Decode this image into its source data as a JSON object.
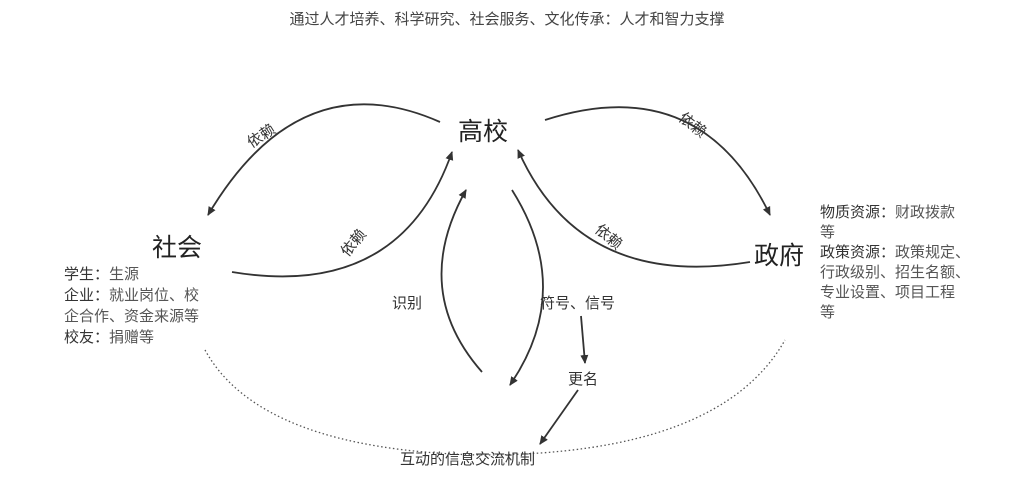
{
  "title": "通过人才培养、科学研究、社会服务、文化传承：人才和智力支撑",
  "nodes": {
    "university": "高校",
    "society": "社会",
    "government": "政府"
  },
  "edge_labels": {
    "dep1": "依赖",
    "dep2": "依赖",
    "dep3": "依赖",
    "dep4": "依赖",
    "identify": "识别",
    "signal": "符号、信号",
    "rename": "更名",
    "mechanism": "互动的信息交流机制"
  },
  "society_resources": [
    {
      "head": "学生：",
      "text": "生源"
    },
    {
      "head": "企业：",
      "text": "就业岗位、校"
    },
    {
      "head": "",
      "text": "企合作、资金来源等"
    },
    {
      "head": "校友：",
      "text": "捐赠等"
    }
  ],
  "government_resources": [
    {
      "head": "物质资源：",
      "text": "财政拨款"
    },
    {
      "head": "",
      "text": "等"
    },
    {
      "head": "政策资源：",
      "text": "政策规定、"
    },
    {
      "head": "",
      "text": "行政级别、招生名额、"
    },
    {
      "head": "",
      "text": "专业设置、项目工程"
    },
    {
      "head": "",
      "text": "等"
    }
  ]
}
